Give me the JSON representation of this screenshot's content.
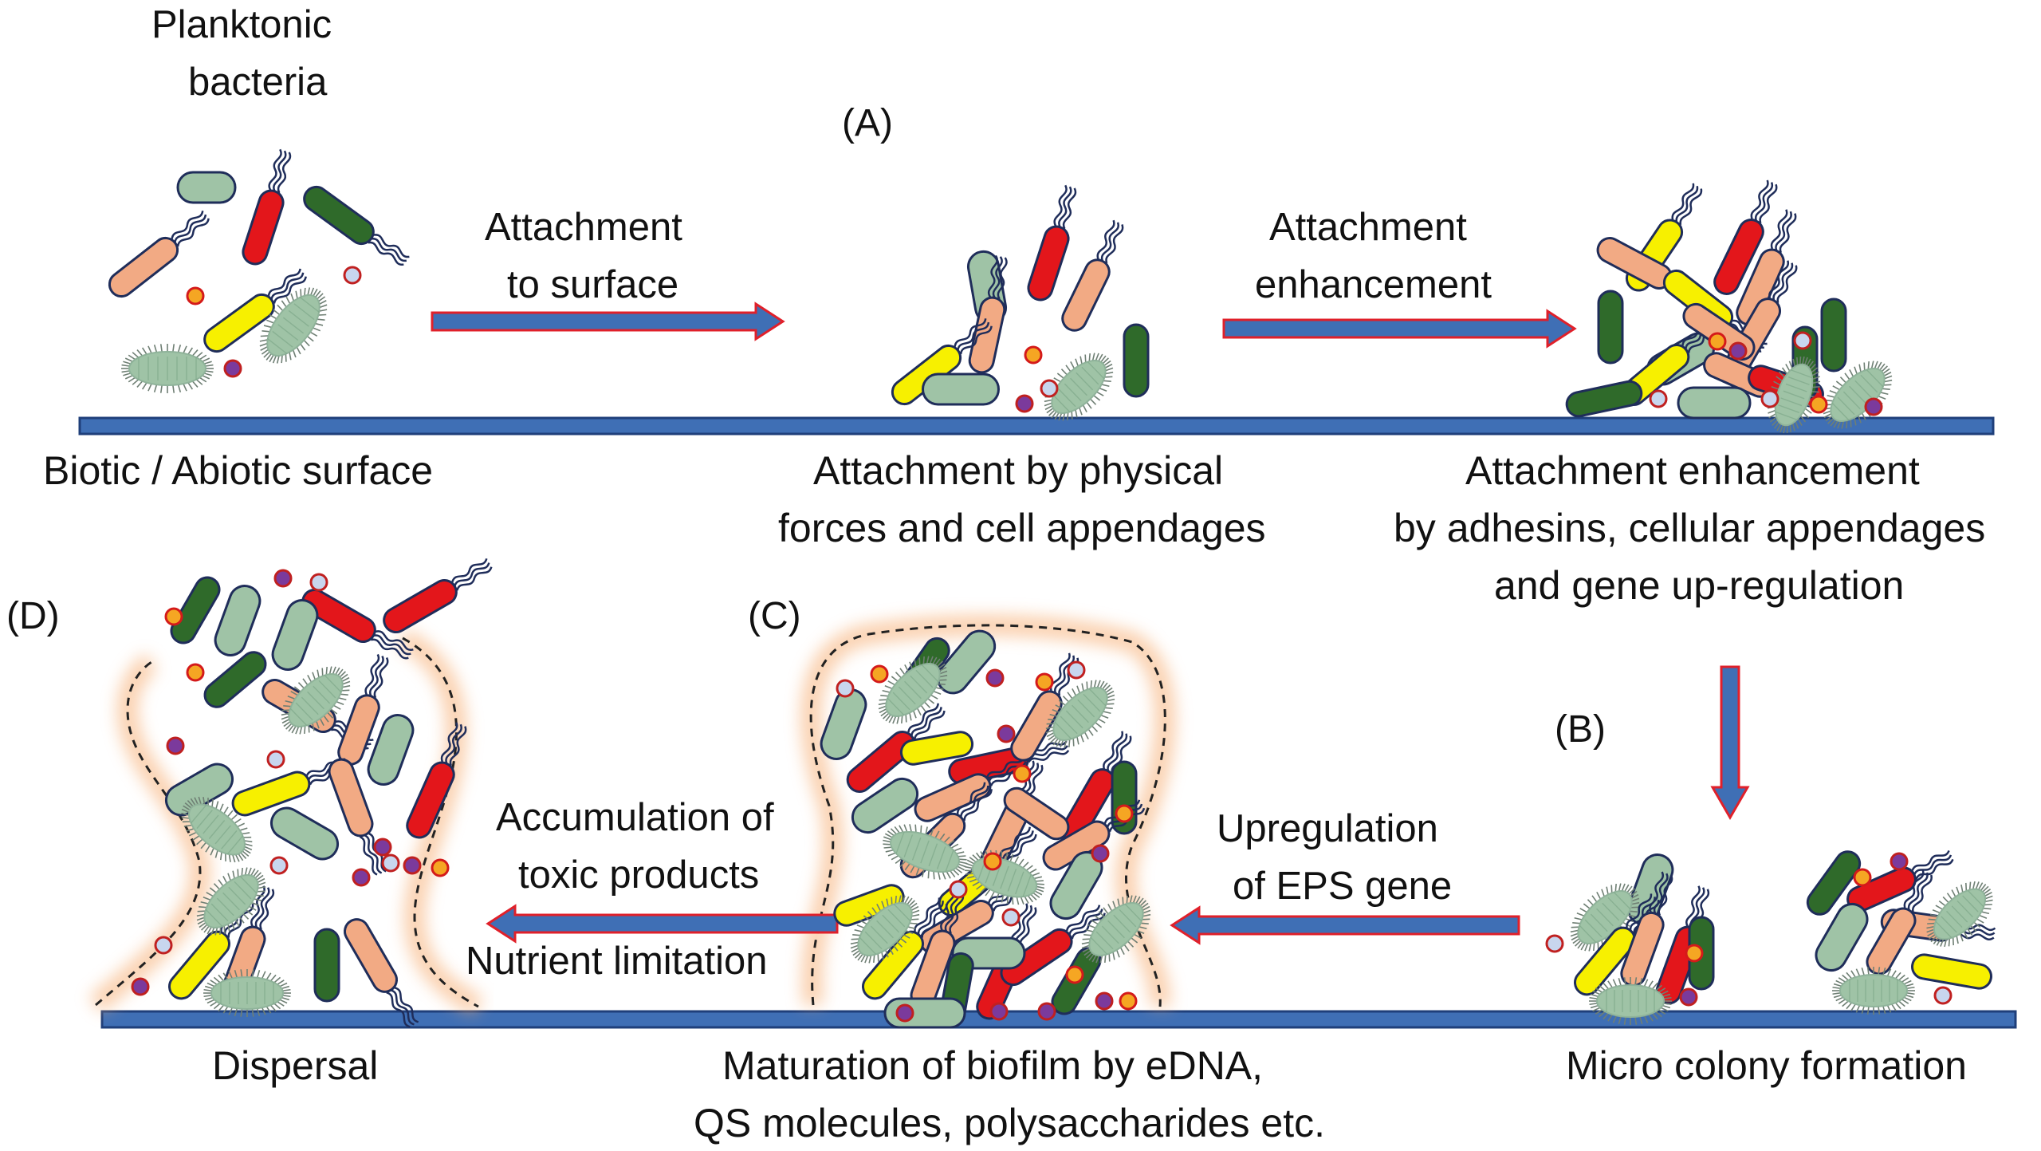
{
  "texts": {
    "planktonic_l1": "Planktonic",
    "planktonic_l2": "bacteria",
    "step_a": "(A)",
    "step_b": "(B)",
    "step_c": "(C)",
    "step_d": "(D)",
    "arrow_attach_l1": "Attachment",
    "arrow_attach_l2": "to surface",
    "arrow_enh_l1": "Attachment",
    "arrow_enh_l2": "enhancement",
    "surface_label": "Biotic / Abiotic surface",
    "physical_l1": "Attachment by physical",
    "physical_l2": "forces and cell appendages",
    "adhesin_l1": "Attachment enhancement",
    "adhesin_l2": "by adhesins, cellular appendages",
    "adhesin_l3": "and gene up-regulation",
    "upreg_l1": "Upregulation",
    "upreg_l2": "of EPS gene",
    "toxic_l1": "Accumulation of",
    "toxic_l2": "toxic products",
    "nutrient": "Nutrient limitation",
    "dispersal": "Dispersal",
    "maturation_l1": "Maturation of biofilm by eDNA,",
    "maturation_l2": "QS molecules, polysaccharides etc.",
    "microcolony": "Micro colony formation"
  },
  "colors": {
    "surface_fill": "#3f6fb5",
    "surface_stroke": "#1f3f7a",
    "arrow_fill": "#3f6fb5",
    "arrow_stroke": "#e0202a",
    "red_cell": "#e3161b",
    "yellow_cell": "#f7f000",
    "dark_green_cell": "#2f6a2a",
    "light_green_cell": "#9fc3a6",
    "salmon_cell": "#f2aa84",
    "orange_dot": "#f5a623",
    "purple_dot": "#7b3a9c",
    "lavender_dot": "#c8d6ee",
    "glow": "#f6a96b"
  },
  "icons": [
    "rod-bacterium-icon",
    "flagellum-icon",
    "pilus-bacterium-icon",
    "edna-dot-icon",
    "flow-arrow-icon"
  ]
}
